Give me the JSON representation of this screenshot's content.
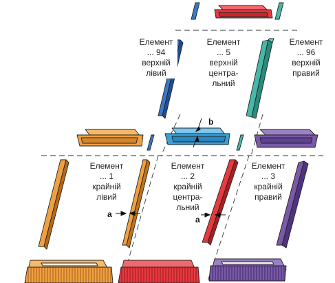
{
  "labels": {
    "upper_left": {
      "line1": "Елемент",
      "line2": "... 94",
      "line3": "верхній",
      "line4": "лівий"
    },
    "upper_center": {
      "line1": "Елемент",
      "line2": "... 5",
      "line3": "верхній",
      "line4": "центра-",
      "line5": "льний"
    },
    "upper_right": {
      "line1": "Елемент",
      "line2": "... 96",
      "line3": "верхній",
      "line4": "правий"
    },
    "lower_left": {
      "line1": "Елемент",
      "line2": "... 1",
      "line3": "крайній",
      "line4": "лівий"
    },
    "lower_center": {
      "line1": "Елемент",
      "line2": "... 2",
      "line3": "крайній",
      "line4": "центра-",
      "line5": "льний"
    },
    "lower_right": {
      "line1": "Елемент",
      "line2": "... 3",
      "line3": "крайній",
      "line4": "правий"
    }
  },
  "dimensions": {
    "a": "a",
    "b": "b"
  },
  "colors": {
    "red": "#e8393f",
    "blue": "#3aa0d8",
    "teal": "#47b8a8",
    "orange": "#f0a040",
    "purple": "#7a5aa8",
    "outline": "#222222"
  }
}
